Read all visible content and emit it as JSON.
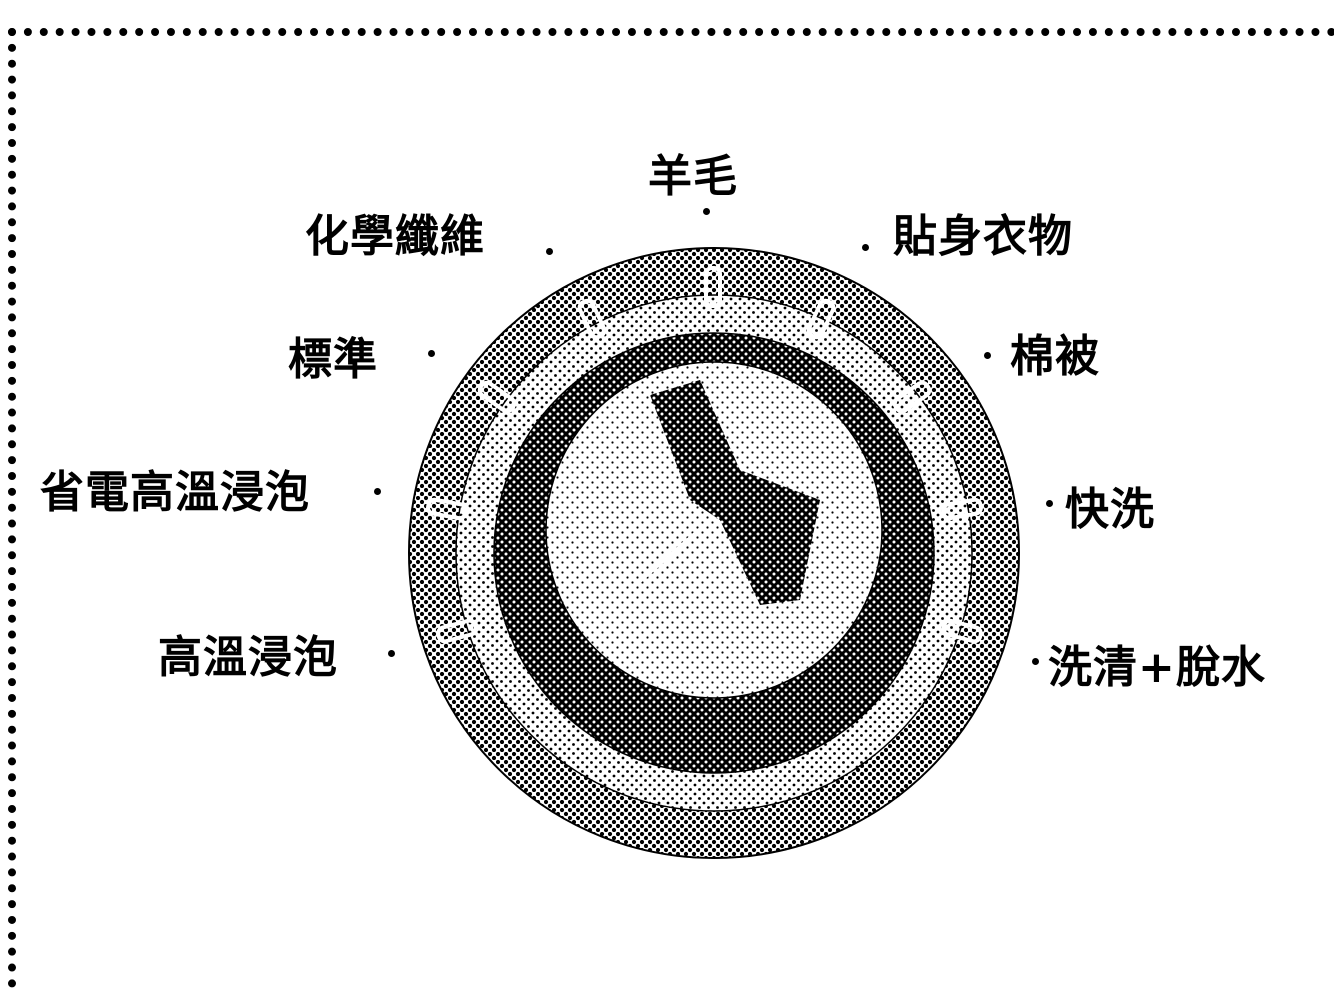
{
  "dial": {
    "programs": [
      {
        "id": "wool",
        "label": "羊毛"
      },
      {
        "id": "underwear",
        "label": "貼身衣物"
      },
      {
        "id": "quilt",
        "label": "棉被"
      },
      {
        "id": "quick",
        "label": "快洗"
      },
      {
        "id": "rinse-spin",
        "label": "洗清+脫水"
      },
      {
        "id": "high-temp-soak",
        "label": "高溫浸泡"
      },
      {
        "id": "eco-high-temp-soak",
        "label": "省電高溫浸泡"
      },
      {
        "id": "standard",
        "label": "標準"
      },
      {
        "id": "synthetic",
        "label": "化學纖維"
      }
    ]
  }
}
